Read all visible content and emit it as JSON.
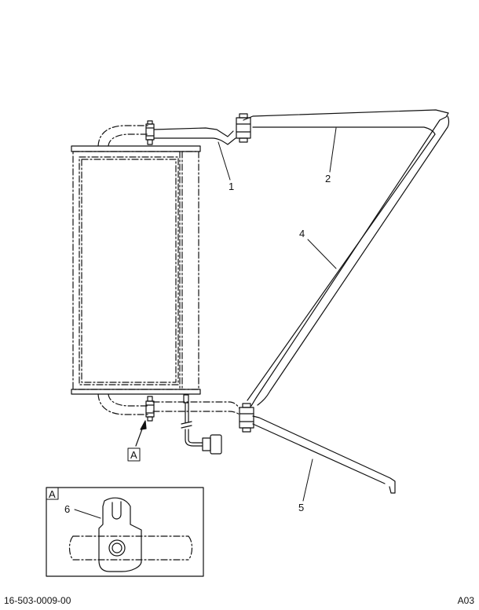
{
  "callouts": {
    "c1": "1",
    "c2": "2",
    "c4": "4",
    "c5": "5",
    "c6": "6"
  },
  "detail_ref": "A",
  "detail_tag": "A",
  "footer": {
    "doc_number": "16-503-0009-00",
    "sheet_code": "A03"
  }
}
